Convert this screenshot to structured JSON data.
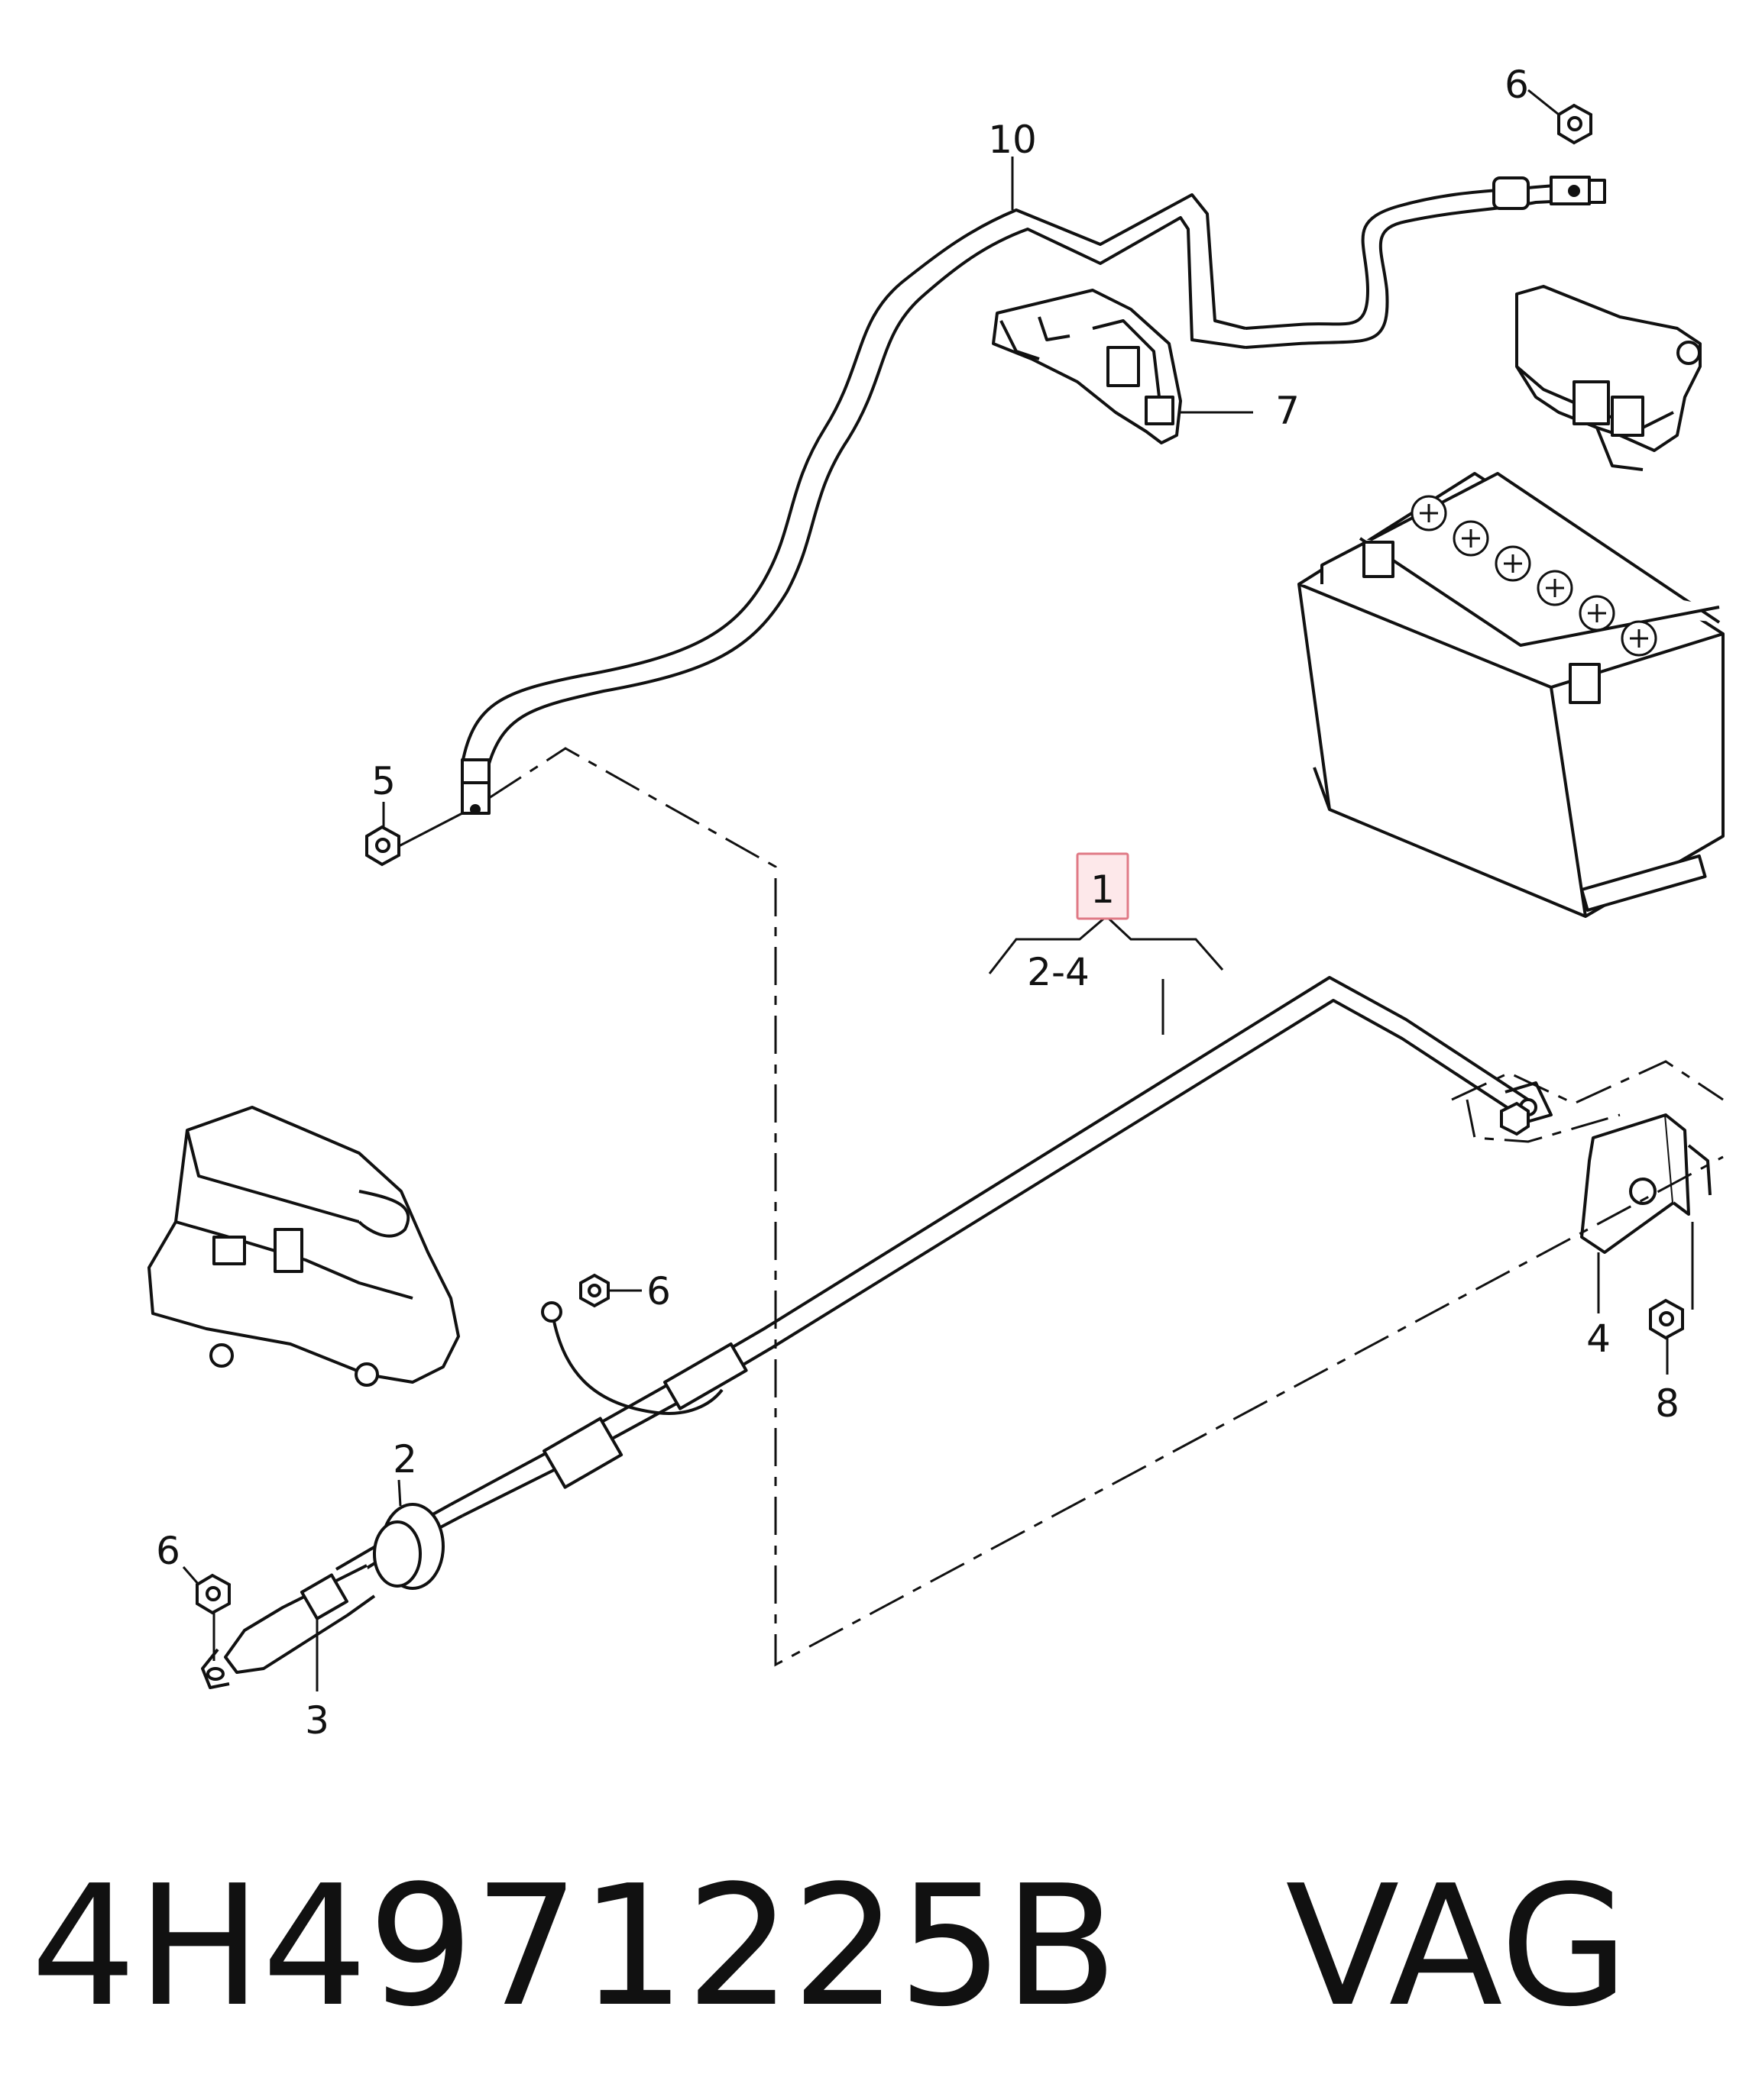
{
  "callouts": {
    "c1": "1",
    "c2": "2",
    "c2_4": "2-4",
    "c3": "3",
    "c4": "4",
    "c5": "5",
    "c6_top": "6",
    "c6_mid": "6",
    "c6_left": "6",
    "c7": "7",
    "c8": "8",
    "c10": "10"
  },
  "colors": {
    "ink": "#111111",
    "highlight_border": "#e07a86",
    "highlight_fill": "#fde8ea"
  },
  "footer": {
    "part_number": "4H4971225B",
    "brand": "VAG"
  }
}
